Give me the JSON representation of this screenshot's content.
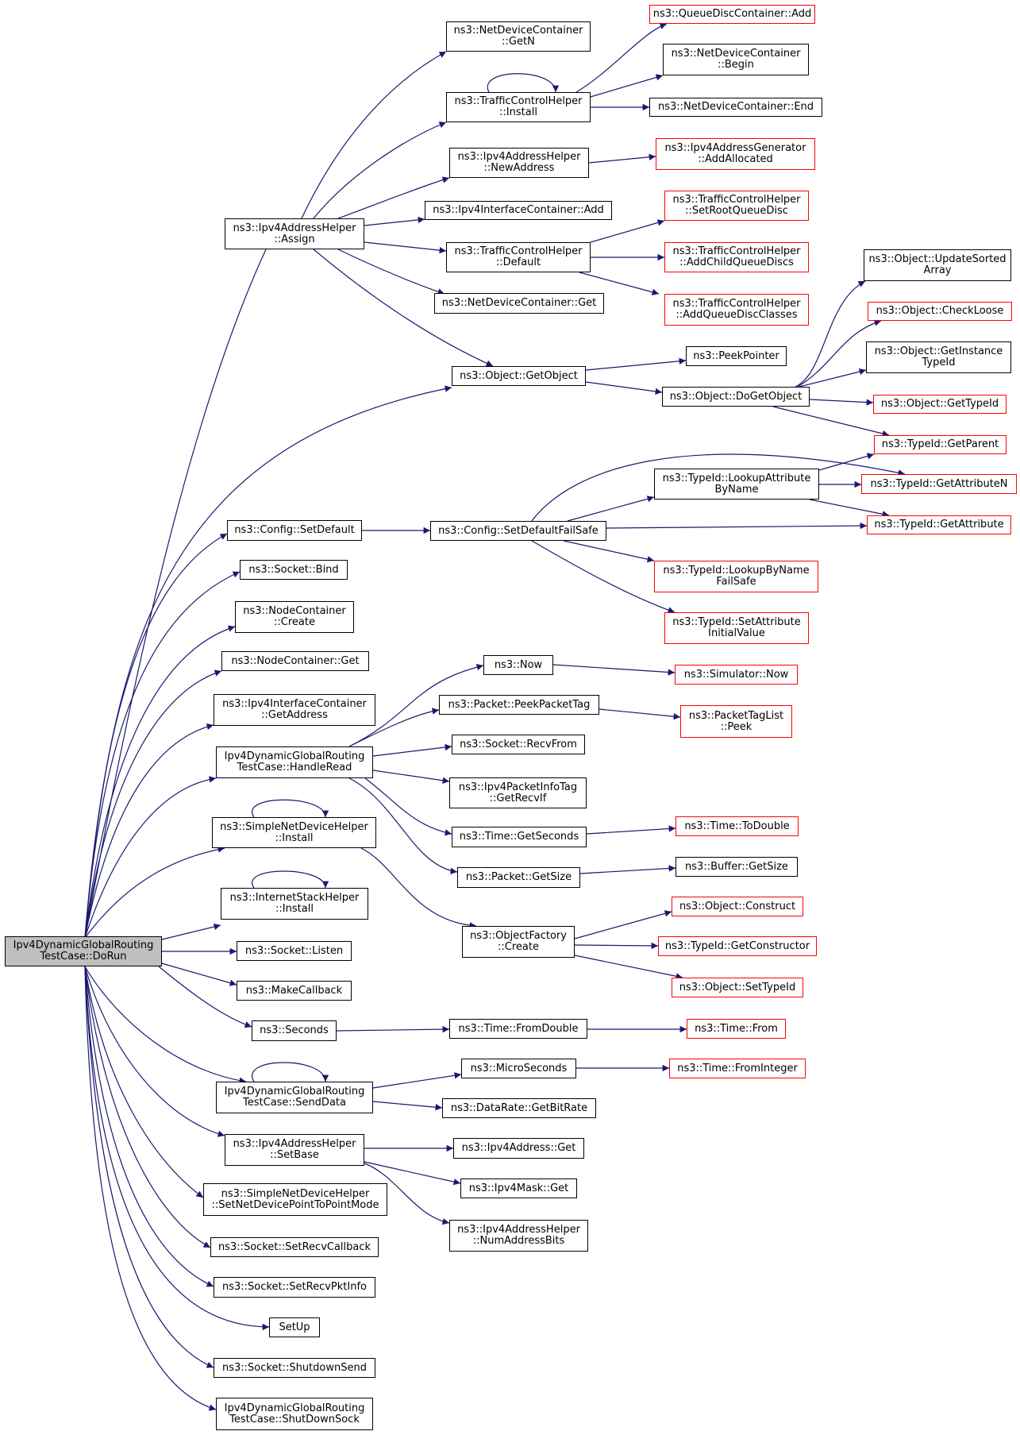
{
  "colors": {
    "edge": "#191970",
    "external_border": "#ff0000",
    "node_border": "#000000",
    "root_fill": "#bfbfbf"
  },
  "nodes": {
    "root": {
      "lines": [
        "Ipv4DynamicGlobalRouting",
        "TestCase::DoRun"
      ]
    },
    "ndc_getn": {
      "lines": [
        "ns3::NetDeviceContainer",
        "::GetN"
      ]
    },
    "qdc_add": {
      "lines": [
        "ns3::QueueDiscContainer::Add"
      ]
    },
    "tch_install": {
      "lines": [
        "ns3::TrafficControlHelper",
        "::Install"
      ]
    },
    "ndc_begin": {
      "lines": [
        "ns3::NetDeviceContainer",
        "::Begin"
      ]
    },
    "ndc_end": {
      "lines": [
        "ns3::NetDeviceContainer::End"
      ]
    },
    "iah_newaddr": {
      "lines": [
        "ns3::Ipv4AddressHelper",
        "::NewAddress"
      ]
    },
    "iag_addalloc": {
      "lines": [
        "ns3::Ipv4AddressGenerator",
        "::AddAllocated"
      ]
    },
    "iah_assign": {
      "lines": [
        "ns3::Ipv4AddressHelper",
        "::Assign"
      ]
    },
    "iic_add": {
      "lines": [
        "ns3::Ipv4InterfaceContainer::Add"
      ]
    },
    "tch_setroot": {
      "lines": [
        "ns3::TrafficControlHelper",
        "::SetRootQueueDisc"
      ]
    },
    "tch_default": {
      "lines": [
        "ns3::TrafficControlHelper",
        "::Default"
      ]
    },
    "tch_addchild": {
      "lines": [
        "ns3::TrafficControlHelper",
        "::AddChildQueueDiscs"
      ]
    },
    "obj_updsorted": {
      "lines": [
        "ns3::Object::UpdateSorted",
        "Array"
      ]
    },
    "ndc_get": {
      "lines": [
        "ns3::NetDeviceContainer::Get"
      ]
    },
    "tch_addclasses": {
      "lines": [
        "ns3::TrafficControlHelper",
        "::AddQueueDiscClasses"
      ]
    },
    "obj_checkloose": {
      "lines": [
        "ns3::Object::CheckLoose"
      ]
    },
    "peekpointer": {
      "lines": [
        "ns3::PeekPointer"
      ]
    },
    "obj_getinst": {
      "lines": [
        "ns3::Object::GetInstance",
        "TypeId"
      ]
    },
    "obj_getobject": {
      "lines": [
        "ns3::Object::GetObject"
      ]
    },
    "obj_dogetobject": {
      "lines": [
        "ns3::Object::DoGetObject"
      ]
    },
    "obj_gettypeid": {
      "lines": [
        "ns3::Object::GetTypeId"
      ]
    },
    "tid_getparent": {
      "lines": [
        "ns3::TypeId::GetParent"
      ]
    },
    "tid_lookupattr": {
      "lines": [
        "ns3::TypeId::LookupAttribute",
        "ByName"
      ]
    },
    "tid_getattrn": {
      "lines": [
        "ns3::TypeId::GetAttributeN"
      ]
    },
    "cfg_setdefault": {
      "lines": [
        "ns3::Config::SetDefault"
      ]
    },
    "cfg_setdefaultfs": {
      "lines": [
        "ns3::Config::SetDefaultFailSafe"
      ]
    },
    "tid_getattr": {
      "lines": [
        "ns3::TypeId::GetAttribute"
      ]
    },
    "sock_bind": {
      "lines": [
        "ns3::Socket::Bind"
      ]
    },
    "tid_lookupbyname": {
      "lines": [
        "ns3::TypeId::LookupByName",
        "FailSafe"
      ]
    },
    "nc_create": {
      "lines": [
        "ns3::NodeContainer",
        "::Create"
      ]
    },
    "tid_setattrinit": {
      "lines": [
        "ns3::TypeId::SetAttribute",
        "InitialValue"
      ]
    },
    "nc_get": {
      "lines": [
        "ns3::NodeContainer::Get"
      ]
    },
    "now": {
      "lines": [
        "ns3::Now"
      ]
    },
    "sim_now": {
      "lines": [
        "ns3::Simulator::Now"
      ]
    },
    "iic_getaddr": {
      "lines": [
        "ns3::Ipv4InterfaceContainer",
        "::GetAddress"
      ]
    },
    "pkt_peektag": {
      "lines": [
        "ns3::Packet::PeekPacketTag"
      ]
    },
    "ptl_peek": {
      "lines": [
        "ns3::PacketTagList",
        "::Peek"
      ]
    },
    "sock_recvfrom": {
      "lines": [
        "ns3::Socket::RecvFrom"
      ]
    },
    "handleread": {
      "lines": [
        "Ipv4DynamicGlobalRouting",
        "TestCase::HandleRead"
      ]
    },
    "ipit_getrecvif": {
      "lines": [
        "ns3::Ipv4PacketInfoTag",
        "::GetRecvIf"
      ]
    },
    "sndh_install": {
      "lines": [
        "ns3::SimpleNetDeviceHelper",
        "::Install"
      ]
    },
    "time_getseconds": {
      "lines": [
        "ns3::Time::GetSeconds"
      ]
    },
    "time_todouble": {
      "lines": [
        "ns3::Time::ToDouble"
      ]
    },
    "pkt_getsize": {
      "lines": [
        "ns3::Packet::GetSize"
      ]
    },
    "buf_getsize": {
      "lines": [
        "ns3::Buffer::GetSize"
      ]
    },
    "ish_install": {
      "lines": [
        "ns3::InternetStackHelper",
        "::Install"
      ]
    },
    "obj_construct": {
      "lines": [
        "ns3::Object::Construct"
      ]
    },
    "of_create": {
      "lines": [
        "ns3::ObjectFactory",
        "::Create"
      ]
    },
    "tid_getctor": {
      "lines": [
        "ns3::TypeId::GetConstructor"
      ]
    },
    "sock_listen": {
      "lines": [
        "ns3::Socket::Listen"
      ]
    },
    "obj_settypeid": {
      "lines": [
        "ns3::Object::SetTypeId"
      ]
    },
    "makecallback": {
      "lines": [
        "ns3::MakeCallback"
      ]
    },
    "seconds": {
      "lines": [
        "ns3::Seconds"
      ]
    },
    "time_fromdouble": {
      "lines": [
        "ns3::Time::FromDouble"
      ]
    },
    "time_from": {
      "lines": [
        "ns3::Time::From"
      ]
    },
    "microseconds": {
      "lines": [
        "ns3::MicroSeconds"
      ]
    },
    "time_frominteger": {
      "lines": [
        "ns3::Time::FromInteger"
      ]
    },
    "senddata": {
      "lines": [
        "Ipv4DynamicGlobalRouting",
        "TestCase::SendData"
      ]
    },
    "dr_getbitrate": {
      "lines": [
        "ns3::DataRate::GetBitRate"
      ]
    },
    "iah_setbase": {
      "lines": [
        "ns3::Ipv4AddressHelper",
        "::SetBase"
      ]
    },
    "ipv4addr_get": {
      "lines": [
        "ns3::Ipv4Address::Get"
      ]
    },
    "ipv4mask_get": {
      "lines": [
        "ns3::Ipv4Mask::Get"
      ]
    },
    "sndh_setp2p": {
      "lines": [
        "ns3::SimpleNetDeviceHelper",
        "::SetNetDevicePointToPointMode"
      ]
    },
    "iah_numbits": {
      "lines": [
        "ns3::Ipv4AddressHelper",
        "::NumAddressBits"
      ]
    },
    "sock_setrecvcb": {
      "lines": [
        "ns3::Socket::SetRecvCallback"
      ]
    },
    "sock_setrecvpkt": {
      "lines": [
        "ns3::Socket::SetRecvPktInfo"
      ]
    },
    "setup": {
      "lines": [
        "SetUp"
      ]
    },
    "sock_shutdownsend": {
      "lines": [
        "ns3::Socket::ShutdownSend"
      ]
    },
    "shutdownsock": {
      "lines": [
        "Ipv4DynamicGlobalRouting",
        "TestCase::ShutDownSock"
      ]
    }
  }
}
